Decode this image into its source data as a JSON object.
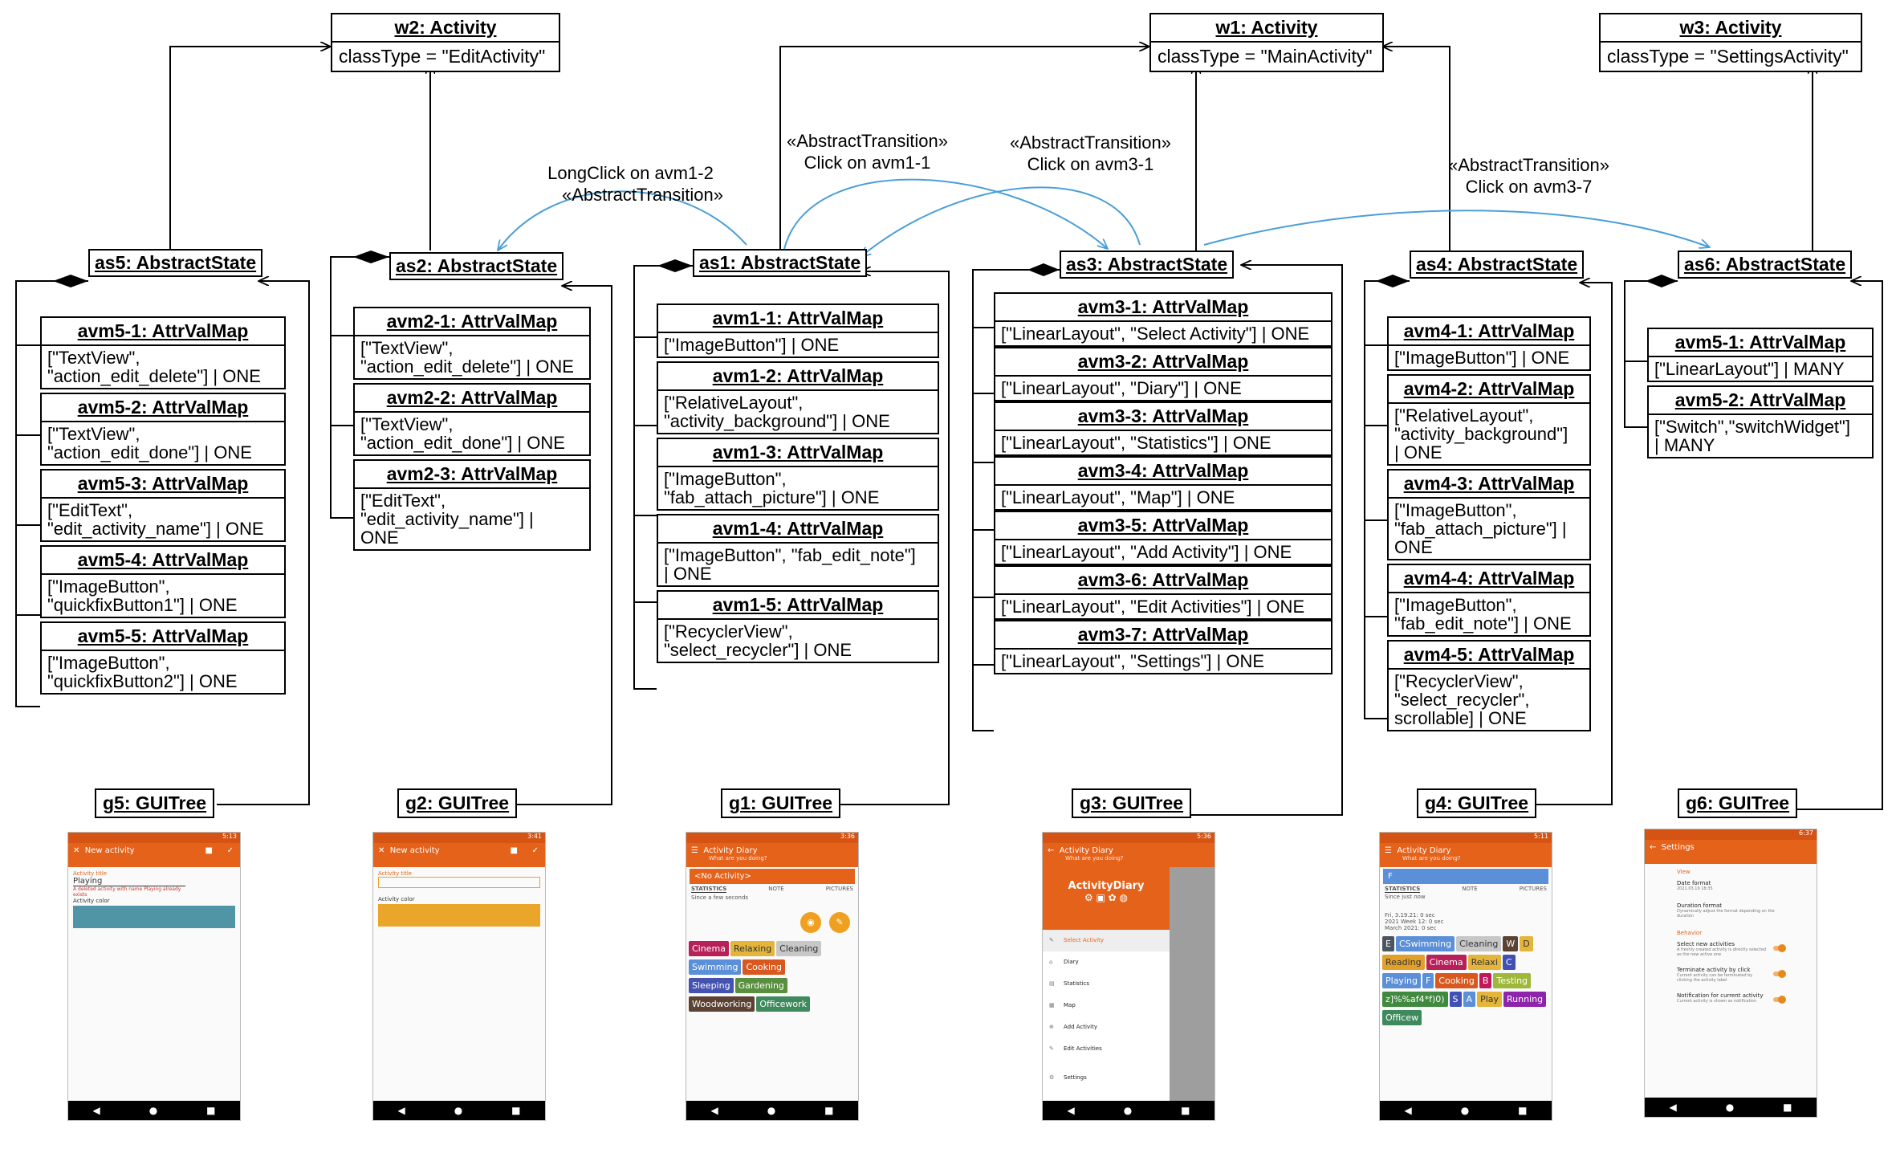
{
  "activities": {
    "w2": {
      "title": "w2: Activity",
      "attr": "classType = \"EditActivity\""
    },
    "w1": {
      "title": "w1: Activity",
      "attr": "classType = \"MainActivity\""
    },
    "w3": {
      "title": "w3: Activity",
      "attr": "classType = \"SettingsActivity\""
    }
  },
  "transitions": [
    {
      "lines": [
        "LongClick on avm1-2",
        "«AbstractTransition»"
      ]
    },
    {
      "lines": [
        "«AbstractTransition»",
        "Click on avm1-1"
      ]
    },
    {
      "lines": [
        "«AbstractTransition»",
        "Click on avm3-1"
      ]
    },
    {
      "lines": [
        "«AbstractTransition»",
        "Click on avm3-7"
      ]
    }
  ],
  "states": {
    "as5": {
      "title": "as5: AbstractState",
      "avms": [
        {
          "name": "avm5-1: AttrValMap",
          "value": "[\"TextView\",\n\"action_edit_delete\"] | ONE"
        },
        {
          "name": "avm5-2: AttrValMap",
          "value": "[\"TextView\",\n\"action_edit_done\"] | ONE"
        },
        {
          "name": "avm5-3: AttrValMap",
          "value": "[\"EditText\",\n\"edit_activity_name\"] | ONE"
        },
        {
          "name": "avm5-4: AttrValMap",
          "value": "[\"ImageButton\",\n\"quickfixButton1\"] | ONE"
        },
        {
          "name": "avm5-5: AttrValMap",
          "value": "[\"ImageButton\",\n\"quickfixButton2\"] | ONE"
        }
      ]
    },
    "as2": {
      "title": "as2: AbstractState",
      "avms": [
        {
          "name": "avm2-1: AttrValMap",
          "value": "[\"TextView\",\n\"action_edit_delete\"] | ONE"
        },
        {
          "name": "avm2-2: AttrValMap",
          "value": "[\"TextView\",\n\"action_edit_done\"] | ONE"
        },
        {
          "name": "avm2-3: AttrValMap",
          "value": "[\"EditText\",\n\"edit_activity_name\"] |\nONE"
        }
      ]
    },
    "as1": {
      "title": "as1: AbstractState",
      "avms": [
        {
          "name": "avm1-1: AttrValMap",
          "value": "[\"ImageButton\"] | ONE"
        },
        {
          "name": "avm1-2: AttrValMap",
          "value": "[\"RelativeLayout\",\n\"activity_background\"] | ONE"
        },
        {
          "name": "avm1-3: AttrValMap",
          "value": "[\"ImageButton\",\n\"fab_attach_picture\"] | ONE"
        },
        {
          "name": "avm1-4: AttrValMap",
          "value": "[\"ImageButton\", \"fab_edit_note\"]\n| ONE"
        },
        {
          "name": "avm1-5: AttrValMap",
          "value": "[\"RecyclerView\",\n\"select_recycler\"] | ONE"
        }
      ]
    },
    "as3": {
      "title": "as3: AbstractState",
      "avms": [
        {
          "name": "avm3-1: AttrValMap",
          "value": "[\"LinearLayout\", \"Select Activity\"] | ONE"
        },
        {
          "name": "avm3-2: AttrValMap",
          "value": "[\"LinearLayout\", \"Diary\"] | ONE"
        },
        {
          "name": "avm3-3: AttrValMap",
          "value": "[\"LinearLayout\", \"Statistics\"] | ONE"
        },
        {
          "name": "avm3-4: AttrValMap",
          "value": "[\"LinearLayout\", \"Map\"] | ONE"
        },
        {
          "name": "avm3-5: AttrValMap",
          "value": "[\"LinearLayout\", \"Add Activity\"] | ONE"
        },
        {
          "name": "avm3-6: AttrValMap",
          "value": "[\"LinearLayout\", \"Edit Activities\"] | ONE"
        },
        {
          "name": "avm3-7: AttrValMap",
          "value": "[\"LinearLayout\", \"Settings\"] | ONE"
        }
      ]
    },
    "as4": {
      "title": "as4: AbstractState",
      "avms": [
        {
          "name": "avm4-1: AttrValMap",
          "value": "[\"ImageButton\"] | ONE"
        },
        {
          "name": "avm4-2: AttrValMap",
          "value": "[\"RelativeLayout\",\n\"activity_background\"]\n| ONE"
        },
        {
          "name": "avm4-3: AttrValMap",
          "value": "[\"ImageButton\",\n\"fab_attach_picture\"] |\nONE"
        },
        {
          "name": "avm4-4: AttrValMap",
          "value": "[\"ImageButton\",\n\"fab_edit_note\"] | ONE"
        },
        {
          "name": "avm4-5: AttrValMap",
          "value": "[\"RecyclerView\",\n\"select_recycler\",\nscrollable] | ONE"
        }
      ]
    },
    "as6": {
      "title": "as6: AbstractState",
      "avms": [
        {
          "name": "avm5-1: AttrValMap",
          "value": "[\"LinearLayout\"] | MANY"
        },
        {
          "name": "avm5-2: AttrValMap",
          "value": "[\"Switch\",\"switchWidget\"]\n| MANY"
        }
      ]
    }
  },
  "guitrees": {
    "g5": "g5: GUITree",
    "g2": "g2: GUITree",
    "g1": "g1: GUITree",
    "g3": "g3: GUITree",
    "g4": "g4: GUITree",
    "g6": "g6: GUITree"
  },
  "phones": {
    "p5": {
      "title": "New activity",
      "status": "5:13",
      "field_label": "Activity title",
      "field_value": "Playing",
      "error": "A deleted activity with name Playing already exists",
      "color_label": "Activity color",
      "color": "#4f95a6"
    },
    "p2": {
      "title": "New activity",
      "status": "3:41",
      "field_label": "Activity title",
      "color_label": "Activity color",
      "color": "#eaa52b"
    },
    "p1": {
      "title": "Activity Diary",
      "subtitle": "What are you doing?",
      "status": "3:36",
      "current": "<No Activity>",
      "tabs": [
        "STATISTICS",
        "NOTE",
        "PICTURES"
      ],
      "since": "Since a few seconds",
      "tags": [
        {
          "t": "Cinema",
          "c": "#b8205a"
        },
        {
          "t": "Relaxing",
          "c": "#e4b53b"
        },
        {
          "t": "Cleaning",
          "c": "#c7c7c7"
        },
        {
          "t": "Swimming",
          "c": "#5b8fd8"
        },
        {
          "t": "Cooking",
          "c": "#d9581f"
        },
        {
          "t": "Sleeping",
          "c": "#4452b2"
        },
        {
          "t": "Gardening",
          "c": "#5a8f3f"
        },
        {
          "t": "Woodworking",
          "c": "#5b4233"
        },
        {
          "t": "Officework",
          "c": "#3f8a5c"
        }
      ]
    },
    "p3": {
      "title": "Activity Diary",
      "subtitle": "What are you doing?",
      "status": "5:36",
      "brand": "ActivityDiary",
      "menu": [
        "Select Activity",
        "Diary",
        "Statistics",
        "Map",
        "Add Activity",
        "Edit Activities",
        "Settings"
      ]
    },
    "p4": {
      "title": "Activity Diary",
      "subtitle": "What are you doing?",
      "status": "5:11",
      "current": "F",
      "tabs": [
        "STATISTICS",
        "NOTE",
        "PICTURES"
      ],
      "since": "Since just now",
      "log": [
        "Fri, 3.19.21: 0 sec",
        "2021 Week 12: 0 sec",
        "March 2021: 0 sec"
      ],
      "tags": [
        {
          "t": "E",
          "c": "#4b5560"
        },
        {
          "t": "CSwimming",
          "c": "#5b8fd8"
        },
        {
          "t": "Cleaning",
          "c": "#c7c7c7"
        },
        {
          "t": "W",
          "c": "#5b4233"
        },
        {
          "t": "D",
          "c": "#e4b53b"
        },
        {
          "t": "Reading",
          "c": "#e2a02b"
        },
        {
          "t": "Cinema",
          "c": "#b8205a"
        },
        {
          "t": "Relaxi",
          "c": "#e4b53b"
        },
        {
          "t": "C",
          "c": "#3f51b5"
        },
        {
          "t": "Playing",
          "c": "#5b8fd8"
        },
        {
          "t": "F",
          "c": "#5b8fd8"
        },
        {
          "t": "Cooking",
          "c": "#d9581f"
        },
        {
          "t": "B",
          "c": "#c2185b"
        },
        {
          "t": "Testing",
          "c": "#9eb83b"
        },
        {
          "t": "z]%%af4*f)0)",
          "c": "#3f8a3f"
        },
        {
          "t": "S",
          "c": "#3f51b5"
        },
        {
          "t": "A",
          "c": "#5b8fd8"
        },
        {
          "t": "Play",
          "c": "#e4b53b"
        },
        {
          "t": "Running",
          "c": "#8e24aa"
        },
        {
          "t": "Officew",
          "c": "#3f8a5c"
        }
      ]
    },
    "p6": {
      "title": "Settings",
      "status": "6:37",
      "section1": "View",
      "items": [
        {
          "t": "Date format",
          "s": "2021.03.19 18:35"
        },
        {
          "t": "Duration format",
          "s": "Dynamically adjust the format depending on the duration"
        }
      ],
      "section2": "Behavior",
      "toggles": [
        {
          "t": "Select new activities",
          "s": "A freshly created activity is directly selected as the new active one"
        },
        {
          "t": "Terminate activity by click",
          "s": "Current activity can be terminated by clicking the activity label"
        },
        {
          "t": "Notification for current activity",
          "s": "Current activity is shown as notification"
        }
      ]
    }
  },
  "colors": {
    "transition_arc": "#4a9fd8",
    "appbar": "#e5621a"
  }
}
